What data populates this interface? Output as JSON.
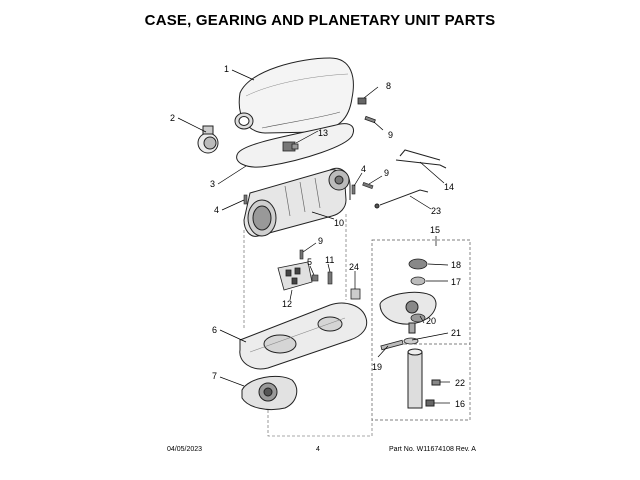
{
  "title": "CASE, GEARING AND PLANETARY UNIT PARTS",
  "callouts": [
    {
      "id": "c1",
      "label": "1"
    },
    {
      "id": "c2",
      "label": "2"
    },
    {
      "id": "c3",
      "label": "3"
    },
    {
      "id": "c4a",
      "label": "4"
    },
    {
      "id": "c4b",
      "label": "4"
    },
    {
      "id": "c5",
      "label": "5"
    },
    {
      "id": "c6",
      "label": "6"
    },
    {
      "id": "c7",
      "label": "7"
    },
    {
      "id": "c8",
      "label": "8"
    },
    {
      "id": "c9a",
      "label": "9"
    },
    {
      "id": "c9b",
      "label": "9"
    },
    {
      "id": "c9c",
      "label": "9"
    },
    {
      "id": "c10",
      "label": "10"
    },
    {
      "id": "c11",
      "label": "11"
    },
    {
      "id": "c12",
      "label": "12"
    },
    {
      "id": "c13",
      "label": "13"
    },
    {
      "id": "c14",
      "label": "14"
    },
    {
      "id": "c15",
      "label": "15"
    },
    {
      "id": "c16",
      "label": "16"
    },
    {
      "id": "c17",
      "label": "17"
    },
    {
      "id": "c18",
      "label": "18"
    },
    {
      "id": "c19",
      "label": "19"
    },
    {
      "id": "c20",
      "label": "20"
    },
    {
      "id": "c21",
      "label": "21"
    },
    {
      "id": "c22",
      "label": "22"
    },
    {
      "id": "c23",
      "label": "23"
    },
    {
      "id": "c24",
      "label": "24"
    }
  ],
  "footer": {
    "date": "04/05/2023",
    "page": "4",
    "part": "Part No. W11674108  Rev. A"
  }
}
